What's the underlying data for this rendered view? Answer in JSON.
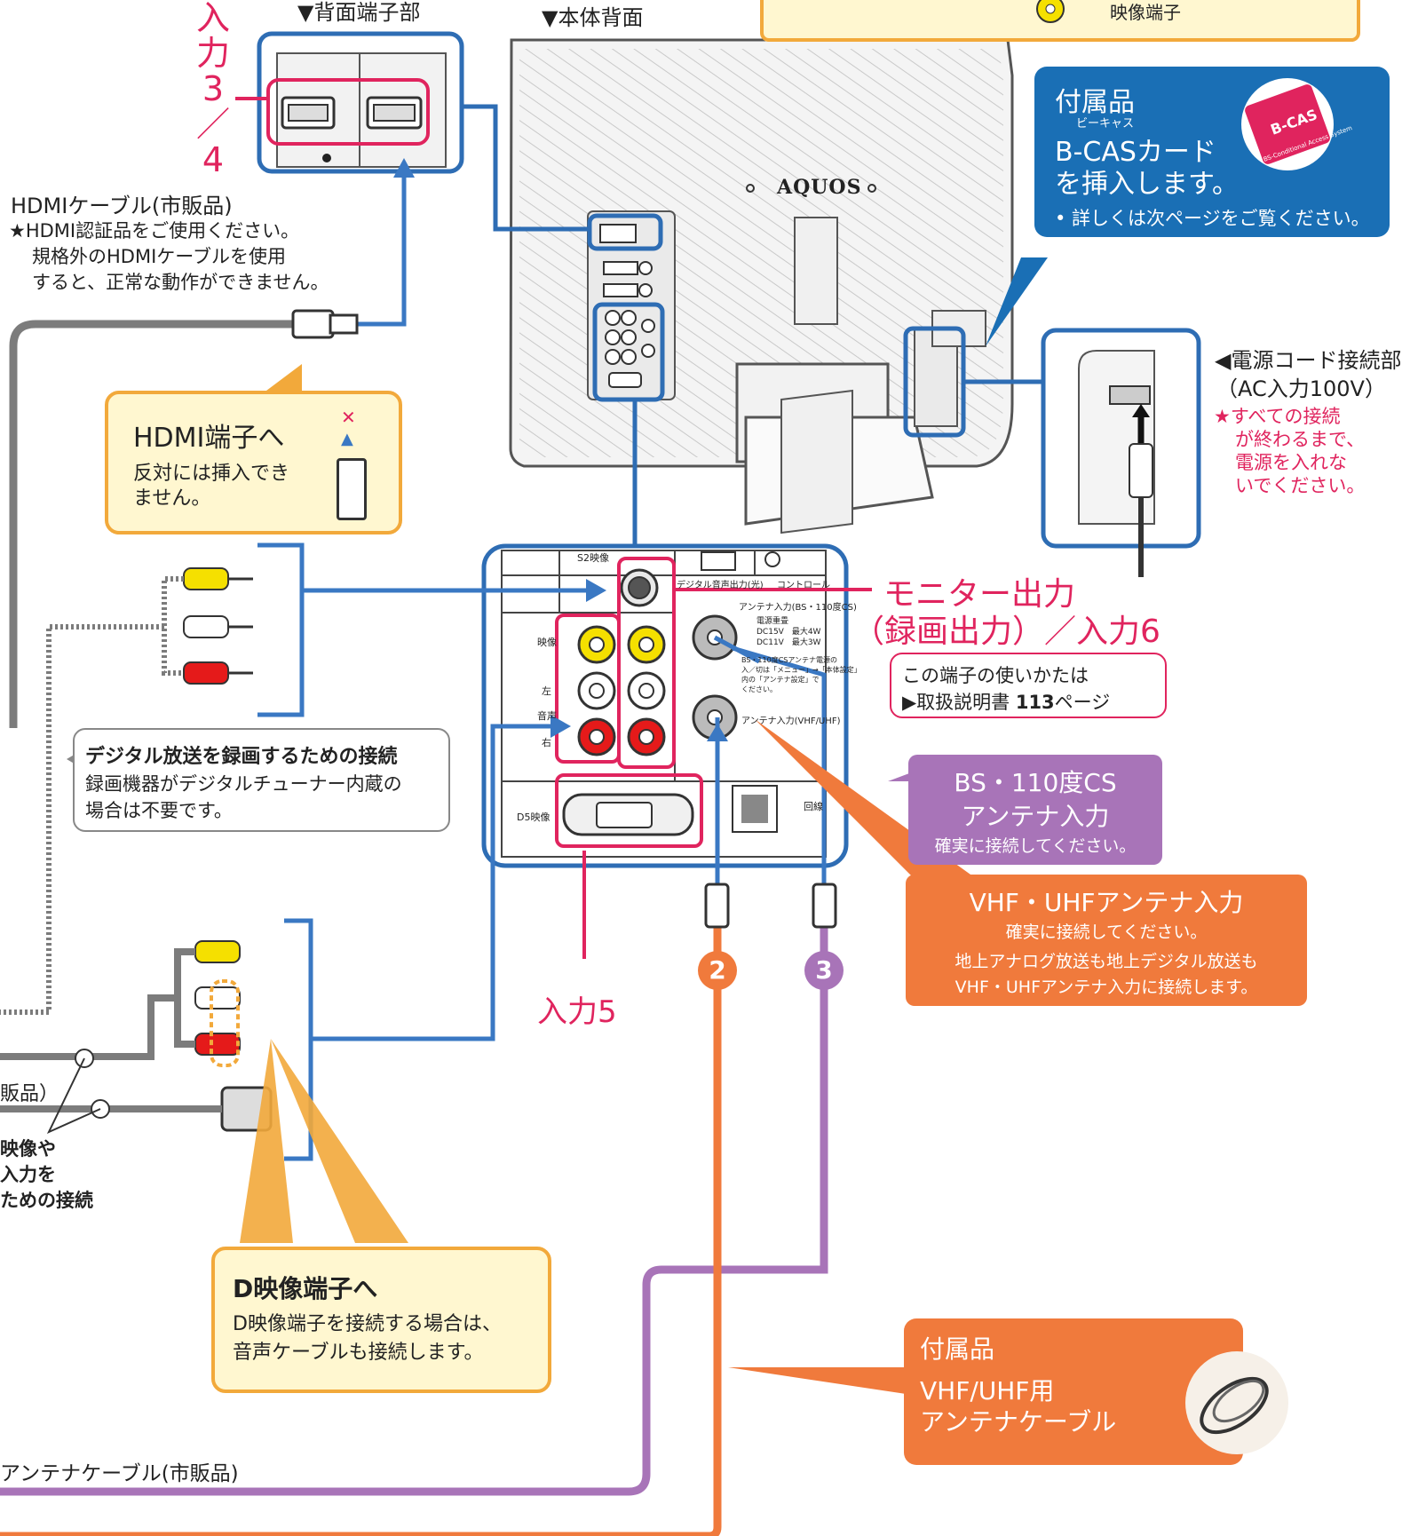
{
  "colors": {
    "blue": "#3a78c3",
    "pink": "#e0245e",
    "gray": "#7c7c7c",
    "purple": "#a874b8",
    "orange": "#f07a3c",
    "callout_fill": "#fff7d0",
    "callout_border": "#f2a93b",
    "bcas_blue": "#1a6fb5"
  },
  "sections": {
    "rear_terminal": "▼背面端子部",
    "rear_body": "▼本体背面"
  },
  "input34": {
    "label_chars": [
      "入",
      "力",
      "3",
      "／",
      "4"
    ]
  },
  "top_note": {
    "text": "映像端子",
    "icon": "yellow-rca-jack-icon"
  },
  "tv": {
    "brand": "AQUOS"
  },
  "hdmi_cable": {
    "title": "HDMIケーブル(市販品)",
    "note_lines": [
      "★HDMI認証品をご使用ください。",
      "規格外のHDMIケーブルを使用",
      "すると、正常な動作ができません。"
    ]
  },
  "hdmi_callout": {
    "title": "HDMI端子へ",
    "lines": [
      "反対には挿入でき",
      "ません。"
    ]
  },
  "bcas": {
    "header": "付属品",
    "ruby": "ビーキャス",
    "title": "B-CASカード",
    "line2": "を挿入します。",
    "note": "• 詳しくは次ページをご覧ください。",
    "card_text": "B-CAS",
    "card_sub": "BS-Conditional Access System"
  },
  "power": {
    "title": "◀電源コード接続部",
    "sub": "（AC入力100V）",
    "warning_lines": [
      "★すべての接続",
      "が終わるまで、",
      "電源を入れな",
      "いでください。"
    ]
  },
  "panel": {
    "s2_label": "S2映像",
    "digital_audio": "デジタル音声出力(光)",
    "control": "コントロール",
    "antenna_bs": "アンテナ入力(BS・110度CS)",
    "power_supply": "電源重畳",
    "dc15": "DC15V　最大4W",
    "dc11": "DC11V　最大3W",
    "bs_note": "BS・110度CSアンテナ電源の",
    "bs_note2": "入／切は「メニュー」→「本体設定」",
    "bs_note3": "内の「アンテナ設定」で",
    "bs_note4": "ください。",
    "antenna_vu": "アンテナ入力(VHF/UHF)",
    "video": "映像",
    "left": "左",
    "audio": "音声",
    "right": "右",
    "d5": "D5映像",
    "line": "回線"
  },
  "monitor_out": {
    "line1": "モニター出力",
    "line2": "（録画出力）／入力6"
  },
  "manual_ref": {
    "line1": "この端子の使いかたは",
    "prefix": "▶取扱説明書 ",
    "page": "113",
    "suffix": "ページ"
  },
  "digital_note": {
    "title": "デジタル放送を録画するための接続",
    "lines": [
      "録画機器がデジタルチューナー内蔵の",
      "場合は不要です。"
    ]
  },
  "bs_box": {
    "line1": "BS・110度CS",
    "line2": "アンテナ入力",
    "line3": "確実に接続してください。"
  },
  "vhf_box": {
    "title": "VHF・UHFアンテナ入力",
    "line2": "確実に接続してください。",
    "line3": "地上アナログ放送も地上デジタル放送も",
    "line4": "VHF・UHFアンテナ入力に接続します。"
  },
  "input5": {
    "label": "入力5"
  },
  "markers": {
    "two": "2",
    "three": "3"
  },
  "partial_left": {
    "l1": "販品）",
    "l2": "映像や",
    "l3": "入力を",
    "l4": "ための接続"
  },
  "d_callout": {
    "title": "D映像端子へ",
    "lines": [
      "D映像端子を接続する場合は、",
      "音声ケーブルも接続します。"
    ]
  },
  "accessory_cable": {
    "header": "付属品",
    "line1": "VHF/UHF用",
    "line2": "アンテナケーブル"
  },
  "antenna_cable_label": "アンテナケーブル(市販品)"
}
